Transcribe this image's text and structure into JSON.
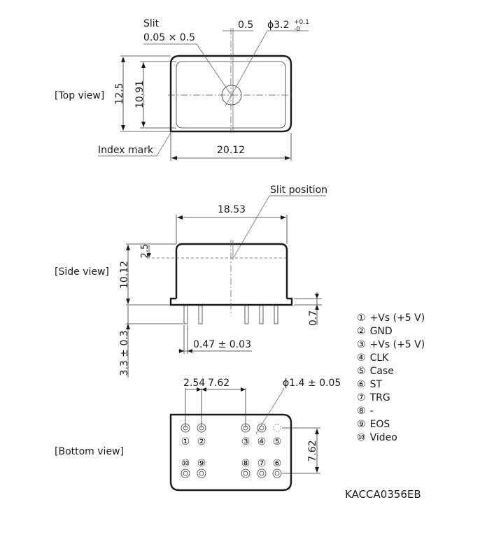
{
  "top_view": {
    "label": "[Top view]",
    "slit_label": "Slit",
    "slit_size": "0.05 × 0.5",
    "slit_width_dim": "0.5",
    "window_dia": "ϕ3.2",
    "window_tol_plus": "+0.1",
    "window_tol_minus": "-0",
    "height_outer": "12.5",
    "height_inner": "10.91",
    "width": "20.12",
    "index_mark": "Index mark"
  },
  "side_view": {
    "label": "[Side view]",
    "slit_position": "Slit position",
    "width": "18.53",
    "height": "10.12",
    "slit_depth": "2.5",
    "flange": "0.7",
    "pin_length": "3.3 ± 0.3",
    "pin_dia": "0.47 ± 0.03"
  },
  "bottom_view": {
    "label": "[Bottom view]",
    "pitch1": "2.54",
    "pitch2": "7.62",
    "hole_dia": "ϕ1.4 ± 0.05",
    "row_spacing": "7.62",
    "top_row_numbers": [
      "①",
      "②",
      "③",
      "④",
      "⑤"
    ],
    "bottom_row_numbers": [
      "⑩",
      "⑨",
      "⑧",
      "⑦",
      "⑥"
    ]
  },
  "pins": [
    {
      "num": "①",
      "name": "+Vs (+5 V)"
    },
    {
      "num": "②",
      "name": "GND"
    },
    {
      "num": "③",
      "name": "+Vs (+5 V)"
    },
    {
      "num": "④",
      "name": "CLK"
    },
    {
      "num": "⑤",
      "name": "Case"
    },
    {
      "num": "⑥",
      "name": "ST"
    },
    {
      "num": "⑦",
      "name": "TRG"
    },
    {
      "num": "⑧",
      "name": "-"
    },
    {
      "num": "⑨",
      "name": "EOS"
    },
    {
      "num": "⑩",
      "name": "Video"
    }
  ],
  "drawing_code": "KACCA0356EB"
}
